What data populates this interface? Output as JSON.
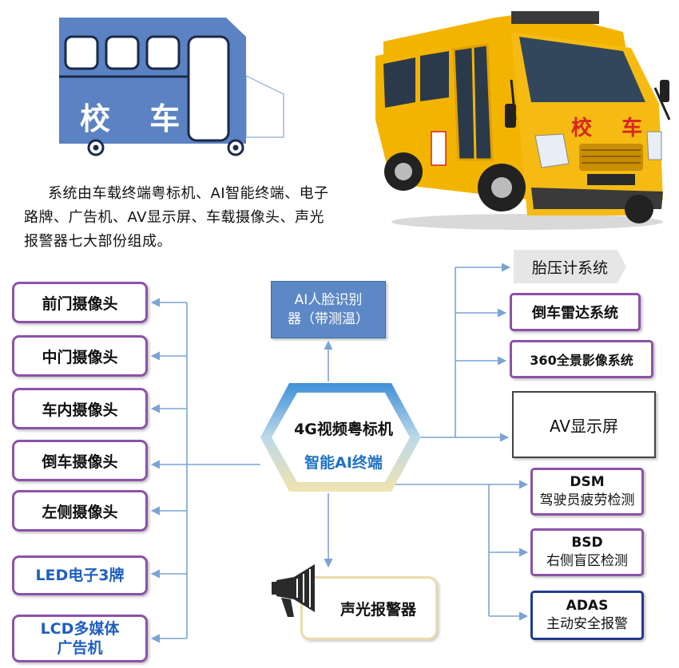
{
  "illustration": {
    "bus_icon_label": "校 车",
    "bus_photo_label": "校 车"
  },
  "description": "系统由车载终端粤标机、AI智能终端、电子路牌、广告机、AV显示屏、车载摄像头、声光报警器七大部份组成。",
  "hub": {
    "title": "4G视频粤标机",
    "subtitle": "智能AI终端"
  },
  "top_module": {
    "line1": "AI人脸识别",
    "line2": "器（带测温）"
  },
  "alarm": {
    "label": "声光报警器"
  },
  "left_modules": [
    {
      "label": "前门摄像头"
    },
    {
      "label": "中门摄像头"
    },
    {
      "label": "车内摄像头"
    },
    {
      "label": "倒车摄像头"
    },
    {
      "label": "左侧摄像头"
    },
    {
      "label": "LED电子3牌"
    },
    {
      "label_line1": "LCD多媒体",
      "label_line2": "广告机"
    }
  ],
  "right_modules": {
    "tire": "胎压计系统",
    "reverse_radar": "倒车雷达系统",
    "surround_view": "360全景影像系统",
    "av_display": "AV显示屏",
    "dsm": {
      "title": "DSM",
      "subtitle": "驾驶员疲劳检测"
    },
    "bsd": {
      "title": "BSD",
      "subtitle": "右侧盲区检测"
    },
    "adas": {
      "title": "ADAS",
      "subtitle": "主动安全报警"
    }
  },
  "colors": {
    "connector": "#7ba3d3",
    "module_border": "#8c52a8",
    "bus_icon": "#5b82c2",
    "bus_yellow": "#f3b400",
    "hub_gradient_top": "#3f8fd8",
    "hub_gradient_bottom": "#f0e3b0",
    "accent_blue": "#1f72c6"
  }
}
